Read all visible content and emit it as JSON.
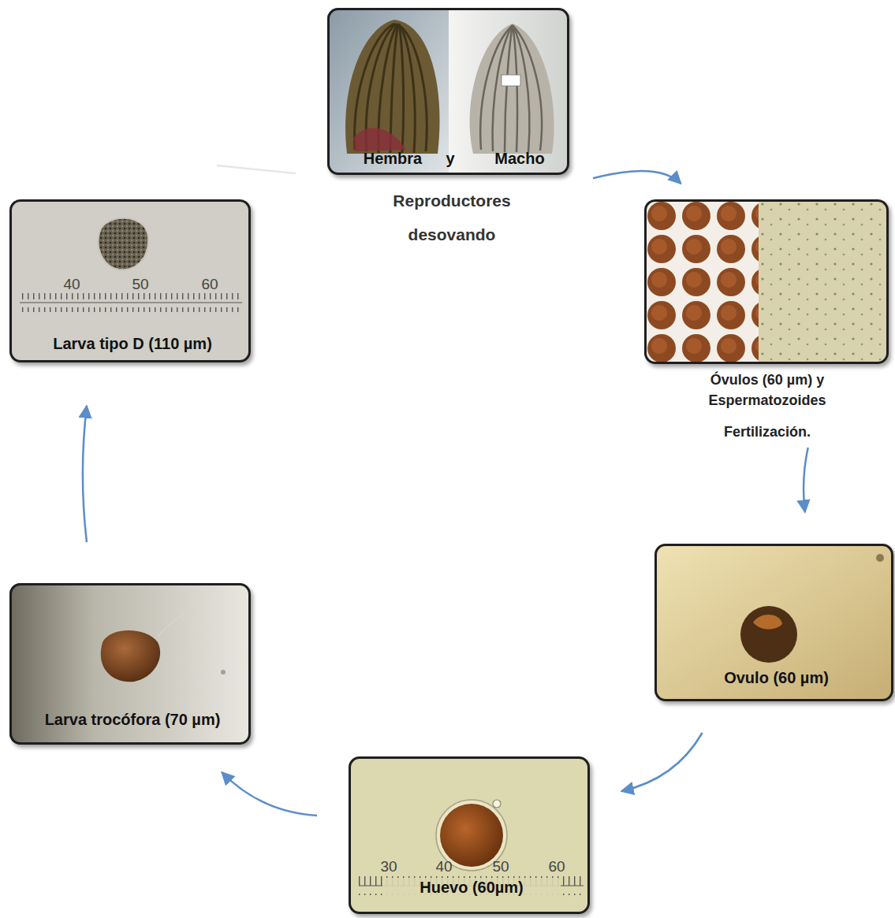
{
  "diagram": {
    "nodes": [
      {
        "text": [
          "Hembra",
          "y",
          "Macho",
          "Reproductores desovando"
        ]
      },
      {
        "text": [
          "Óvulos (60 µm) y Espermatozoides",
          "Fertilización."
        ]
      },
      {
        "text": [
          "Ovulo (60 µm)"
        ]
      },
      {
        "text": [
          "Huevo (60µm)"
        ]
      },
      {
        "text": [
          "Larva trocófora (70 µm)"
        ]
      },
      {
        "text": [
          "Larva tipo D (110 µm)"
        ]
      }
    ],
    "edges": [
      {
        "from": 0,
        "to": 1,
        "arrow": "to"
      },
      {
        "from": 1,
        "to": 2,
        "arrow": "to"
      },
      {
        "from": 2,
        "to": 3,
        "arrow": "to"
      },
      {
        "from": 3,
        "to": 4,
        "arrow": "to"
      },
      {
        "from": 4,
        "to": 5,
        "arrow": "to"
      },
      {
        "from": 5,
        "to": 0,
        "arrow": "none"
      }
    ],
    "labels": [
      "40",
      "50",
      "60",
      "30",
      "40",
      "50",
      "60"
    ]
  }
}
